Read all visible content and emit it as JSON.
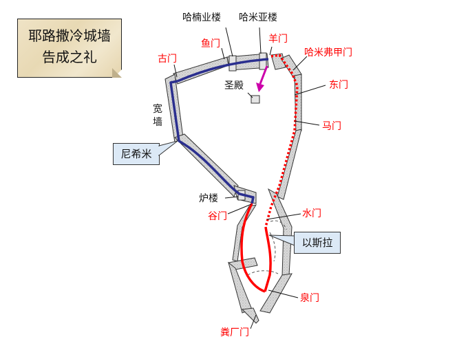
{
  "title": {
    "line1": "耶路撒冷城墙",
    "line2": "告成之礼"
  },
  "labels": {
    "tower_hananel": "哈楠业楼",
    "tower_hammeah": "哈米亚楼",
    "fish_gate": "鱼门",
    "old_gate": "古门",
    "sheep_gate": "羊门",
    "muster_gate": "哈米弗甲门",
    "east_gate": "东门",
    "horse_gate": "马门",
    "temple": "圣殿",
    "broad_wall": "宽墙",
    "furnace_tower": "炉楼",
    "valley_gate": "谷门",
    "water_gate": "水门",
    "fountain_gate": "泉门",
    "dung_gate": "粪厂门"
  },
  "callouts": {
    "nehemiah": "尼希米",
    "ezra": "以斯拉"
  },
  "colors": {
    "nehemiah_route": "#2b2f8f",
    "ezra_route": "#ff0000",
    "arrow": "#cc00aa",
    "wall_fill": "#d4d4d4",
    "note_bg": "#ecdfbf",
    "callout_bg": "#dce9f6"
  }
}
